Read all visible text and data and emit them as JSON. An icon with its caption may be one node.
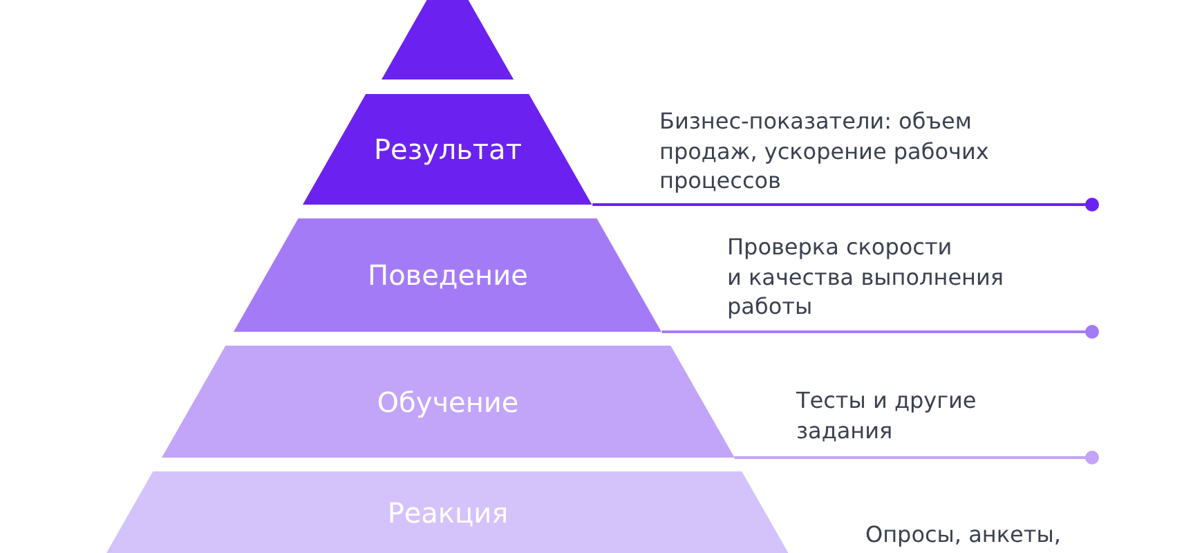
{
  "diagram": {
    "nodes": [
      {
        "text": [],
        "shape": "triangle"
      },
      {
        "text": [
          "Результат"
        ]
      },
      {
        "text": [
          "Поведение"
        ]
      },
      {
        "text": [
          "Обучение"
        ]
      },
      {
        "text": [
          "Реакция"
        ]
      }
    ],
    "edges": [
      {
        "from": 1,
        "to": null,
        "arrow": "other",
        "color": "#6b22f0"
      },
      {
        "from": 2,
        "to": null,
        "arrow": "other",
        "color": "#a47bf6"
      },
      {
        "from": 3,
        "to": null,
        "arrow": "other",
        "color": "#c2a4f9"
      }
    ],
    "labels": [
      "Бизнес-показатели: объем продаж, ускорение рабочих процессов",
      "Проверка скорости и качества выполнения работы",
      "Тесты и другие задания",
      "Опросы, анкеты,"
    ]
  }
}
